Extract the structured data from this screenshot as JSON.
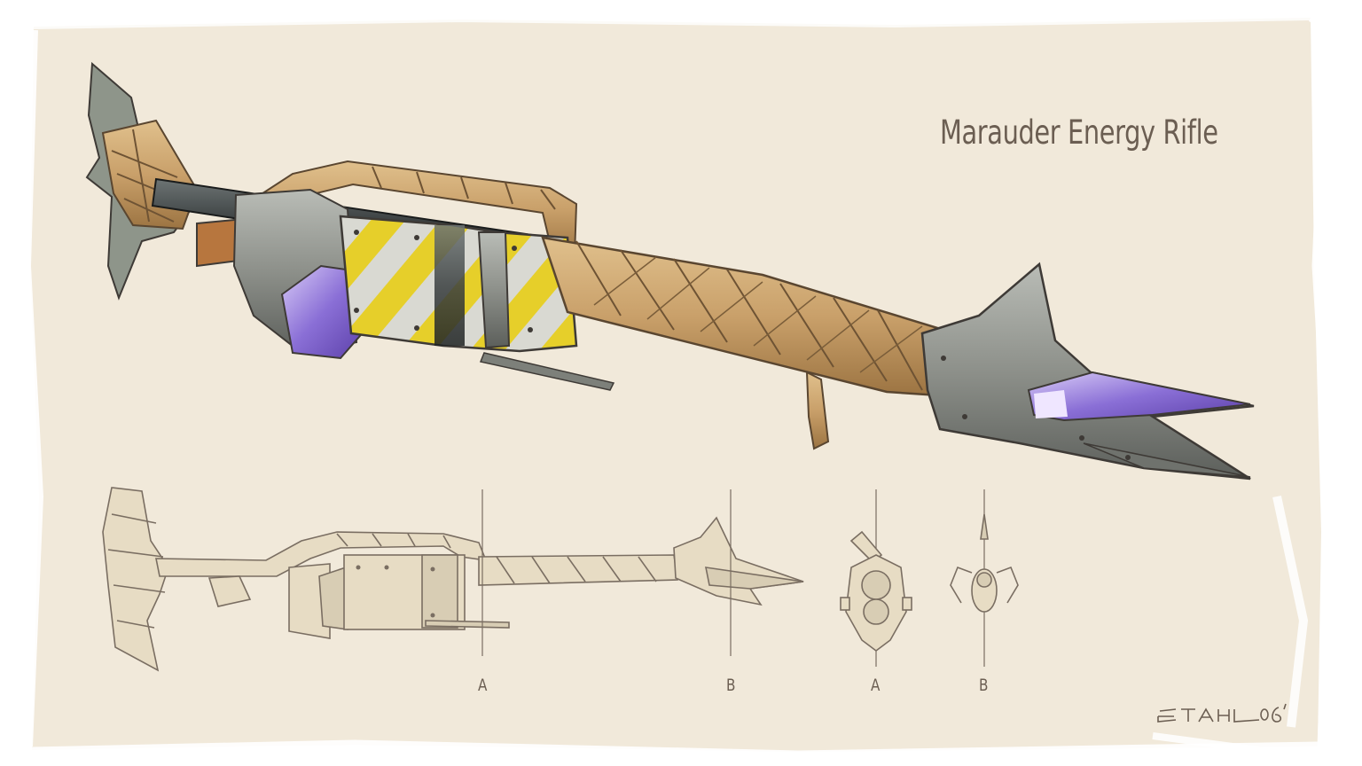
{
  "title": "Marauder Energy Rifle",
  "section_labels": {
    "side_a": "A",
    "side_b": "B",
    "cross_a": "A",
    "cross_b": "B"
  },
  "signature": "STAHL 06'",
  "colors": {
    "paper": "#f1e9da",
    "ink": "#6b5e52",
    "wrap": "#c9a06a",
    "metal": "#8d908a",
    "hazard_yellow": "#e6cf2a",
    "energy_purple": "#8a6fd6",
    "sketch_fill": "#e7dcc4",
    "sketch_line": "#7a6e62"
  }
}
